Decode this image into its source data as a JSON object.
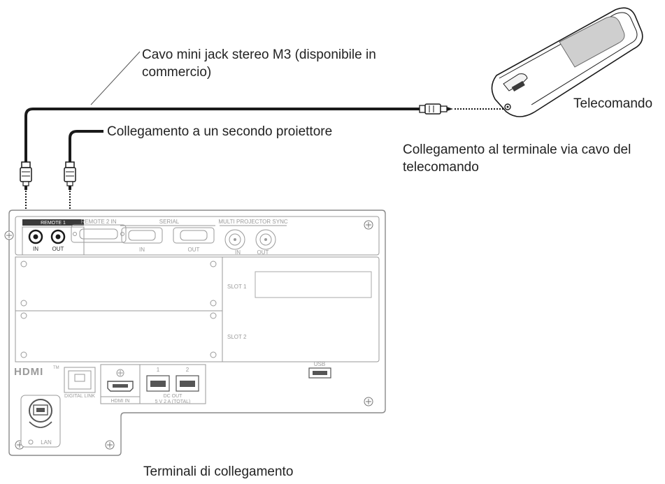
{
  "callouts": {
    "cable": "Cavo mini jack stereo M3 (disponibile in commercio)",
    "second_projector": "Collegamento a un secondo proiettore",
    "remote_control": "Telecomando",
    "wired_terminal": "Collegamento al terminale via cavo del telecomando",
    "terminals": "Terminali di collegamento"
  },
  "panel_labels": {
    "remote1": "REMOTE 1",
    "remote1_in": "IN",
    "remote1_out": "OUT",
    "remote2_in": "REMOTE 2 IN",
    "serial": "SERIAL",
    "serial_in": "IN",
    "serial_out": "OUT",
    "multi_sync": "MULTI PROJECTOR SYNC",
    "multi_in": "IN",
    "multi_out": "OUT",
    "slot1": "SLOT 1",
    "slot2": "SLOT 2",
    "hdmi_logo": "HDMI",
    "hdmi_tm": "TM",
    "digital_link": "DIGITAL LINK",
    "hdmi_in": "HDMI IN",
    "dc_out_1": "1",
    "dc_out_2": "2",
    "dc_out": "DC OUT",
    "dc_out_spec": "5 V  2 A (TOTAL)",
    "usb": "USB",
    "lan": "LAN"
  },
  "colors": {
    "panel_stroke": "#8a8a8a",
    "cable": "#1a1a1a",
    "label_bar": "#3a3a3a"
  }
}
